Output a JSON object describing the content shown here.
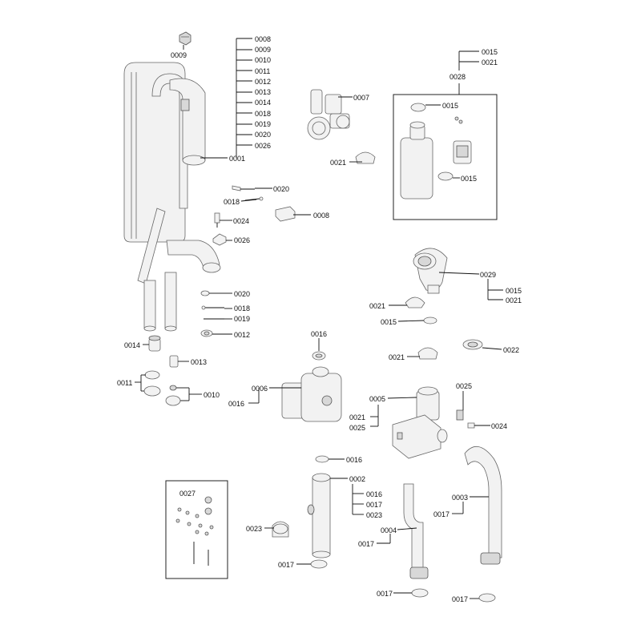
{
  "labels": {
    "l0001": "0001",
    "l0002": "0002",
    "l0003": "0003",
    "l0004": "0004",
    "l0005": "0005",
    "l0006": "0006",
    "l0007": "0007",
    "l0008": "0008",
    "l0009": "0009",
    "l0010": "0010",
    "l0011": "0011",
    "l0012": "0012",
    "l0013": "0013",
    "l0014": "0014",
    "l0015": "0015",
    "l0016": "0016",
    "l0017": "0017",
    "l0018": "0018",
    "l0019": "0019",
    "l0020": "0020",
    "l0021": "0021",
    "l0022": "0022",
    "l0023": "0023",
    "l0024": "0024",
    "l0025": "0025",
    "l0026": "0026",
    "l0027": "0027",
    "l0028": "0028",
    "l0029": "0029"
  }
}
